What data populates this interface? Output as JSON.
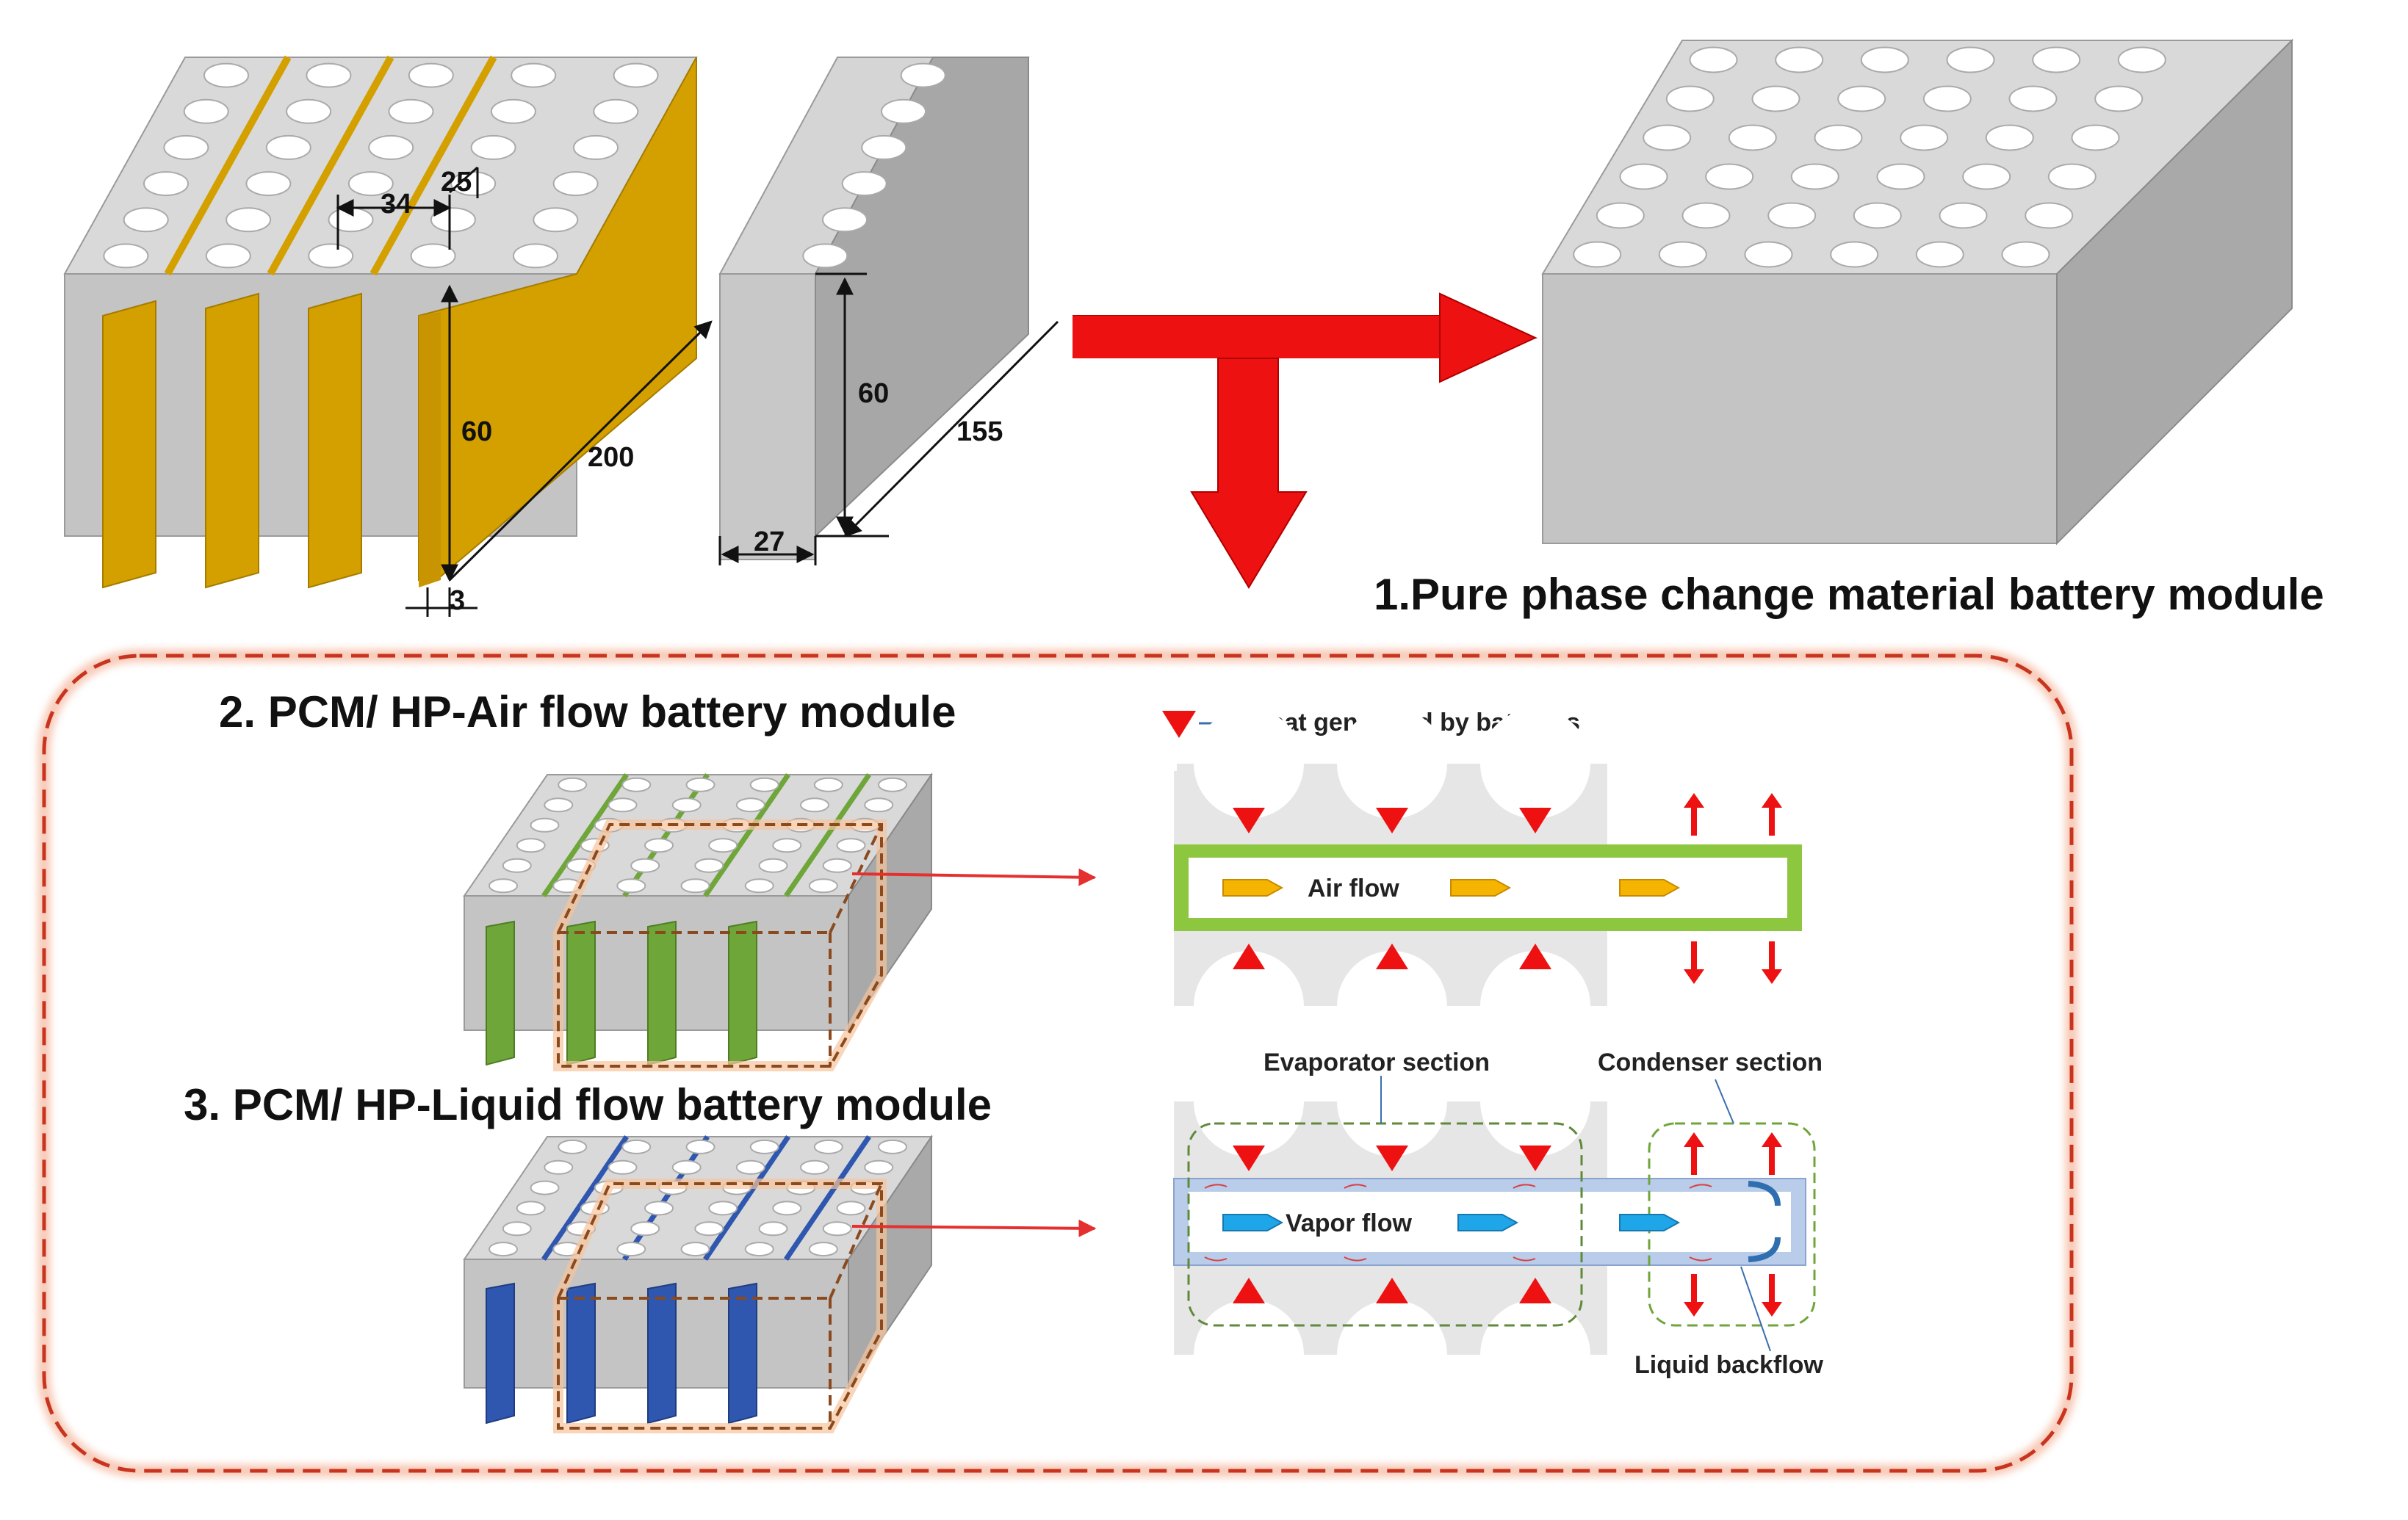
{
  "dimensions": {
    "pitch": "34",
    "diameter": "25",
    "height_left": "60",
    "length_left": "200",
    "thickness": "3",
    "height_right": "60",
    "length_right": "155",
    "width_right": "27"
  },
  "modules": {
    "module1": "1.Pure phase change material battery module",
    "module2": "2. PCM/ HP-Air flow  battery module",
    "module3": "3. PCM/ HP-Liquid flow  battery module"
  },
  "labels": {
    "heat_legend": "Heat generated by batteries",
    "air_flow": "Air flow",
    "evaporator": "Evaporator section",
    "condenser": "Condenser section",
    "vapor_flow": "Vapor flow",
    "liquid_backflow": "Liquid backflow"
  },
  "colors": {
    "fin_gold": "#D4A000",
    "fin_green": "#6FA63A",
    "fin_blue": "#2F57B0",
    "block_gray": "#BEBEBE",
    "arrow_red": "#EE1111",
    "box_dash": "#E0442A",
    "pipe_green": "#8DC63F",
    "pipe_blue": "#B9CCE9"
  }
}
